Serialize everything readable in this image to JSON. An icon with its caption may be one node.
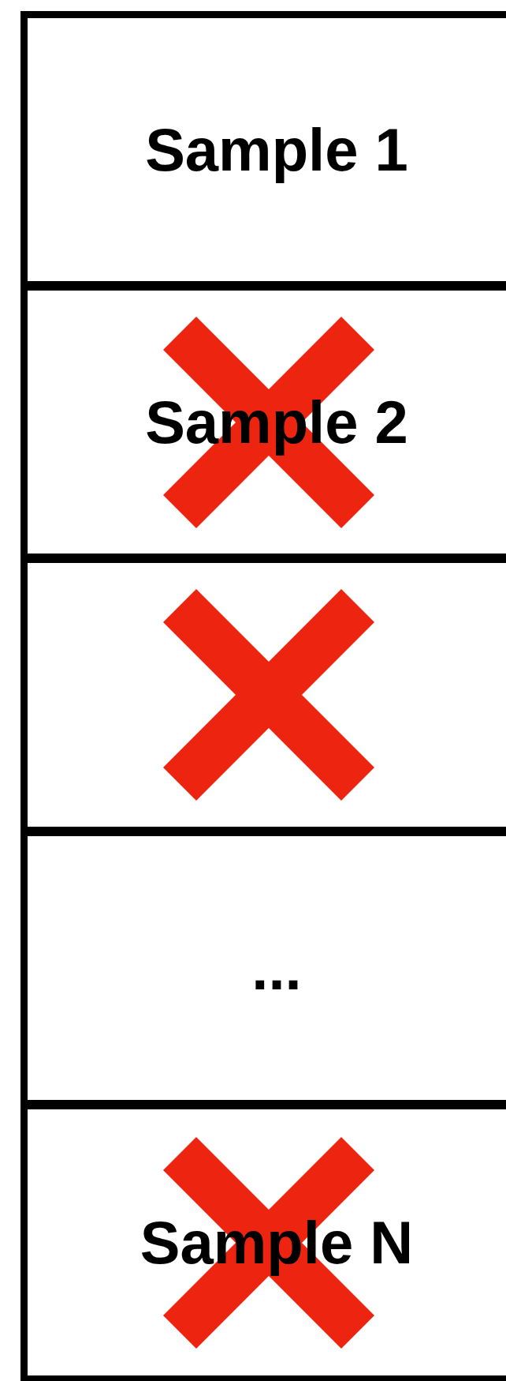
{
  "diagram": {
    "nodes": [
      {
        "text": [
          "Sample 1"
        ]
      },
      {
        "text": [
          "Sample 2"
        ]
      },
      {
        "text": [],
        "shape": "box"
      },
      {
        "text": [
          "..."
        ]
      },
      {
        "text": [
          "Sample N"
        ]
      }
    ]
  }
}
